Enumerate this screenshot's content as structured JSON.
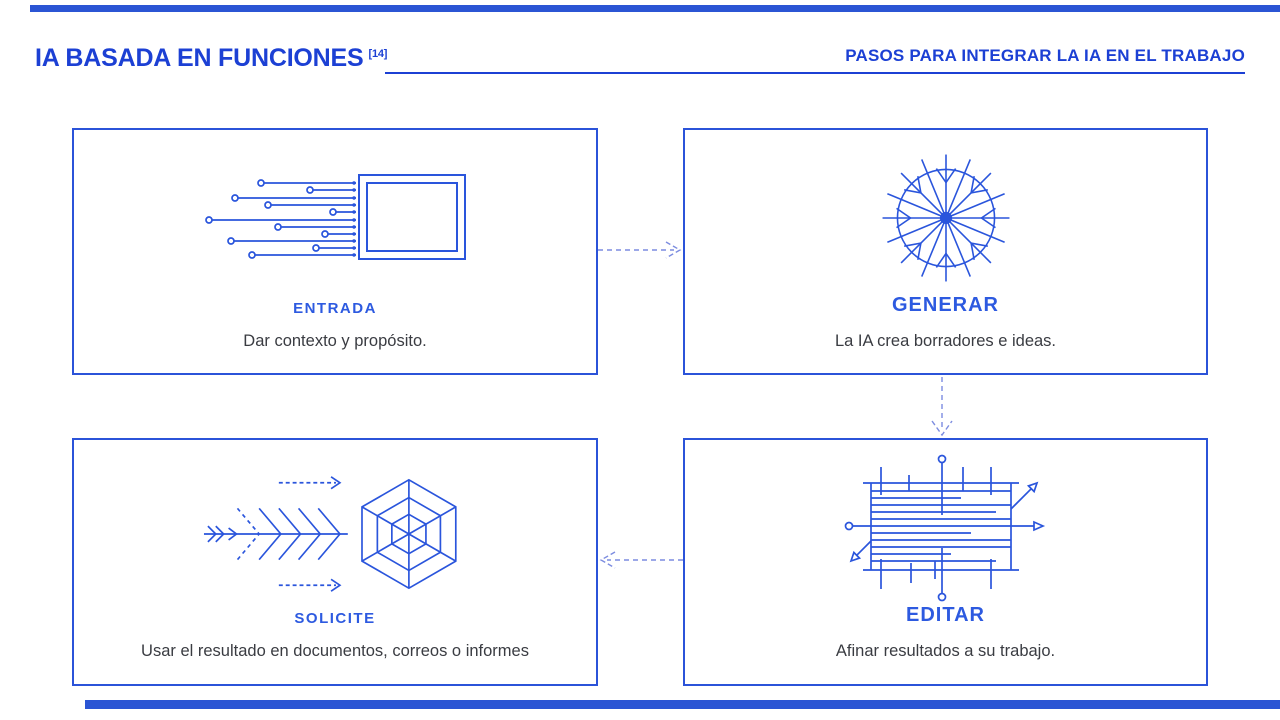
{
  "header": {
    "title": "IA BASADA EN FUNCIONES",
    "reference": "[14]",
    "subtitle": "PASOS PARA INTEGRAR LA IA EN EL TRABAJO"
  },
  "colors": {
    "accent_blue": "#1c40d4",
    "line_blue": "#2a55dc",
    "border_blue": "#2b53d9",
    "text_dark": "#3a3c42",
    "connector_blue": "#7c8ce0"
  },
  "cards": [
    {
      "label": "ENTRADA",
      "description": "Dar contexto y propósito.",
      "icon": "input-stream-icon"
    },
    {
      "label": "GENERAR",
      "description": "La IA crea borradores e ideas.",
      "icon": "generate-burst-icon"
    },
    {
      "label": "SOLICITE",
      "description": "Usar el resultado en documentos, correos o informes",
      "icon": "request-arrow-web-icon"
    },
    {
      "label": "EDITAR",
      "description": "Afinar resultados a su trabajo.",
      "icon": "edit-document-icon"
    }
  ]
}
